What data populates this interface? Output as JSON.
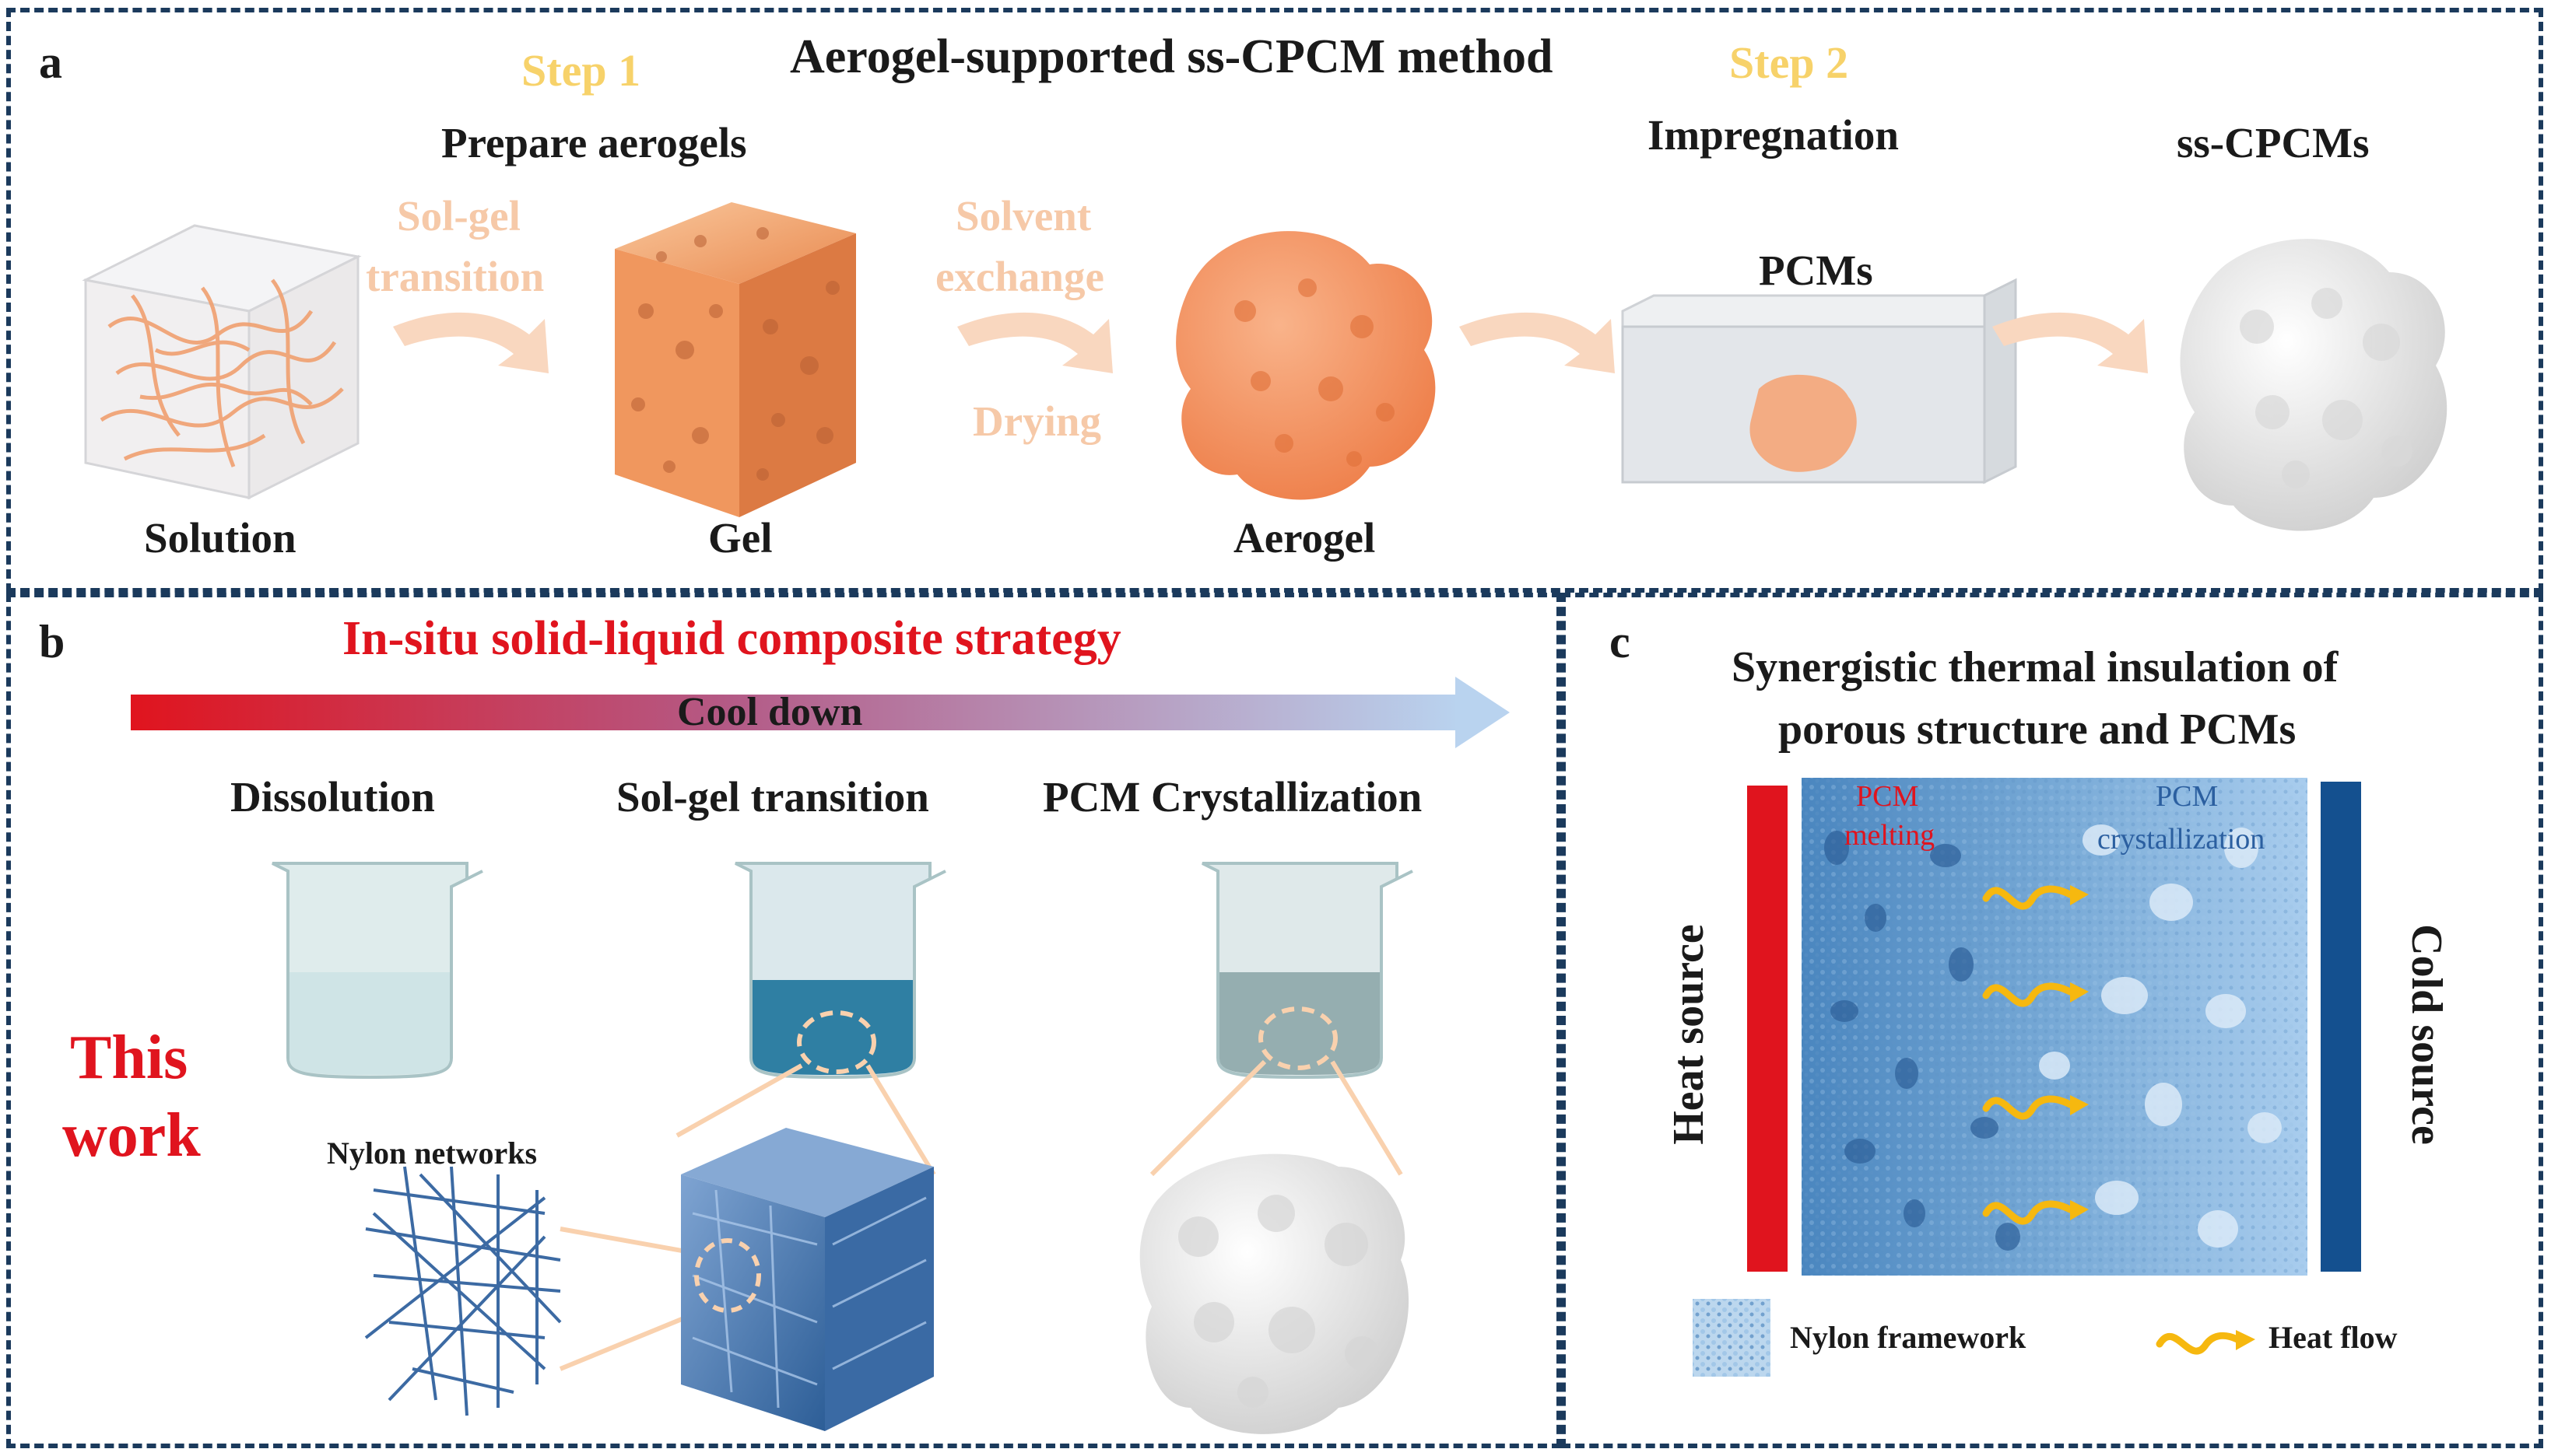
{
  "panel_a": {
    "letter": "a",
    "title": "Aerogel-supported ss-CPCM method",
    "step1": "Step 1",
    "step2": "Step 2",
    "prepare": "Prepare aerogels",
    "impregnation": "Impregnation",
    "ss_cpcms": "ss-CPCMs",
    "sol_gel_1": "Sol-gel",
    "sol_gel_2": "transition",
    "solvent_1": "Solvent",
    "solvent_2": "exchange",
    "drying": "Drying",
    "pcms": "PCMs",
    "solution": "Solution",
    "gel": "Gel",
    "aerogel": "Aerogel"
  },
  "panel_b": {
    "letter": "b",
    "title": "In-situ solid-liquid composite strategy",
    "cool_down": "Cool down",
    "dissolution": "Dissolution",
    "sol_gel": "Sol-gel transition",
    "pcm_cryst": "PCM Crystallization",
    "this": "This",
    "work": "work",
    "nylon_networks": "Nylon networks"
  },
  "panel_c": {
    "letter": "c",
    "title_1": "Synergistic thermal insulation of",
    "title_2": "porous structure and PCMs",
    "pcm_melting_1": "PCM",
    "pcm_melting_2": "melting",
    "pcm_cryst_1": "PCM",
    "pcm_cryst_2": "crystallization",
    "heat_source": "Heat source",
    "cold_source": "Cold source",
    "legend_framework": "Nylon framework",
    "legend_heat": "Heat flow"
  },
  "colors": {
    "border": "#1b3a5c",
    "step": "#f7d26a",
    "faded_label": "#f6c9a8",
    "red": "#e0141e",
    "blue": "#2b5fa0",
    "orange": "#f59a6a",
    "heat_flow": "#f6b80f"
  }
}
